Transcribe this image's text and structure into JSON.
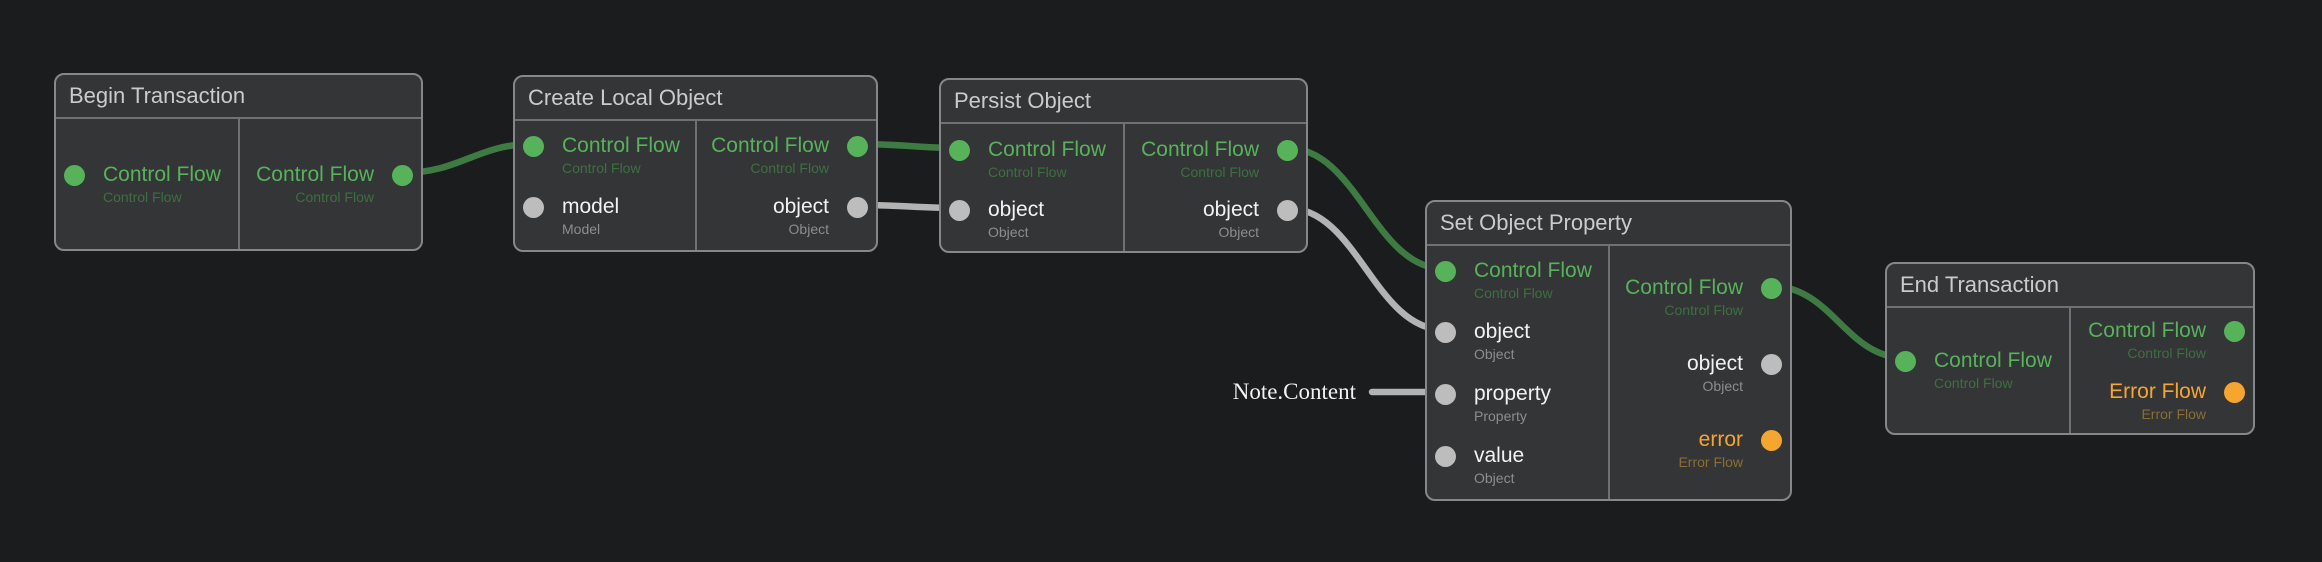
{
  "colors": {
    "background": "#1b1c1e",
    "node_fill": "#343537",
    "node_border": "#85878a",
    "inner_line": "#6f7174",
    "title_text": "#c9cbcc",
    "green": "#56b35a",
    "green_dim": "#3e6f41",
    "white_text": "#f2f2f2",
    "gray_dim": "#8d8d8d",
    "gray_dot": "#bdbdbd",
    "orange": "#f6a62e",
    "orange_dim": "#8a6e33",
    "edge_green": "#3e7b43",
    "edge_gray": "#b3b3b3"
  },
  "nodes": [
    {
      "title": "Begin Transaction",
      "inputs": [
        {
          "label": "Control Flow",
          "type": "Control Flow",
          "kind": "control"
        }
      ],
      "outputs": [
        {
          "label": "Control Flow",
          "type": "Control Flow",
          "kind": "control"
        }
      ]
    },
    {
      "title": "Create Local Object",
      "inputs": [
        {
          "label": "Control Flow",
          "type": "Control Flow",
          "kind": "control"
        },
        {
          "label": "model",
          "type": "Model",
          "kind": "data"
        }
      ],
      "outputs": [
        {
          "label": "Control Flow",
          "type": "Control Flow",
          "kind": "control"
        },
        {
          "label": "object",
          "type": "Object",
          "kind": "data"
        }
      ]
    },
    {
      "title": "Persist Object",
      "inputs": [
        {
          "label": "Control Flow",
          "type": "Control Flow",
          "kind": "control"
        },
        {
          "label": "object",
          "type": "Object",
          "kind": "data"
        }
      ],
      "outputs": [
        {
          "label": "Control Flow",
          "type": "Control Flow",
          "kind": "control"
        },
        {
          "label": "object",
          "type": "Object",
          "kind": "data"
        }
      ]
    },
    {
      "title": "Set Object Property",
      "inputs": [
        {
          "label": "Control Flow",
          "type": "Control Flow",
          "kind": "control"
        },
        {
          "label": "object",
          "type": "Object",
          "kind": "data"
        },
        {
          "label": "property",
          "type": "Property",
          "kind": "data"
        },
        {
          "label": "value",
          "type": "Object",
          "kind": "data"
        }
      ],
      "outputs": [
        {
          "label": "Control Flow",
          "type": "Control Flow",
          "kind": "control"
        },
        {
          "label": "object",
          "type": "Object",
          "kind": "data"
        },
        {
          "label": "error",
          "type": "Error Flow",
          "kind": "error"
        }
      ]
    },
    {
      "title": "End Transaction",
      "inputs": [
        {
          "label": "Control Flow",
          "type": "Control Flow",
          "kind": "control"
        }
      ],
      "outputs": [
        {
          "label": "Control Flow",
          "type": "Control Flow",
          "kind": "control"
        },
        {
          "label": "Error Flow",
          "type": "Error Flow",
          "kind": "error"
        }
      ]
    }
  ],
  "note": {
    "text": "Note.Content"
  },
  "edges": [
    {
      "from": "Begin Transaction.Control Flow",
      "to": "Create Local Object.Control Flow",
      "kind": "control"
    },
    {
      "from": "Create Local Object.Control Flow",
      "to": "Persist Object.Control Flow",
      "kind": "control"
    },
    {
      "from": "Create Local Object.object",
      "to": "Persist Object.object",
      "kind": "data"
    },
    {
      "from": "Persist Object.Control Flow",
      "to": "Set Object Property.Control Flow",
      "kind": "control"
    },
    {
      "from": "Persist Object.object",
      "to": "Set Object Property.object",
      "kind": "data"
    },
    {
      "from": "Note.Content",
      "to": "Set Object Property.property",
      "kind": "data"
    },
    {
      "from": "Set Object Property.Control Flow",
      "to": "End Transaction.Control Flow",
      "kind": "control"
    }
  ]
}
